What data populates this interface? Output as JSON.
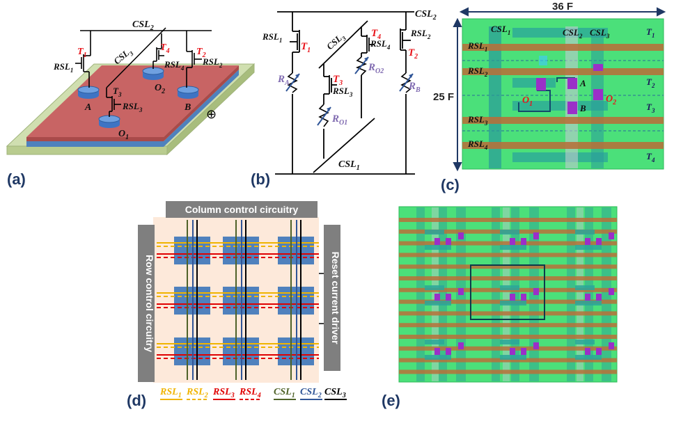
{
  "panels": {
    "a": {
      "label": "(a)"
    },
    "b": {
      "label": "(b)"
    },
    "c": {
      "label": "(c)"
    },
    "d": {
      "label": "(d)"
    },
    "e": {
      "label": "(e)"
    }
  },
  "a": {
    "csl2": "CSL",
    "csl2_sub": "2",
    "csl3": "CSL",
    "csl3_sub": "3",
    "t1": "T",
    "t1_sub": "1",
    "t2": "T",
    "t2_sub": "2",
    "t3": "T",
    "t3_sub": "3",
    "t4": "T",
    "t4_sub": "4",
    "rsl1": "RSL",
    "rsl1_sub": "1",
    "rsl2": "RSL",
    "rsl2_sub": "2",
    "rsl3": "RSL",
    "rsl3_sub": "3",
    "rsl4": "RSL",
    "rsl4_sub": "4",
    "node_a": "A",
    "node_b": "B",
    "o1": "O",
    "o1_sub": "1",
    "o2": "O",
    "o2_sub": "2",
    "oplus": "⊕"
  },
  "b": {
    "csl1": "CSL",
    "csl1_sub": "1",
    "csl2": "CSL",
    "csl2_sub": "2",
    "csl3": "CSL",
    "csl3_sub": "3",
    "t1": "T",
    "t1_sub": "1",
    "t2": "T",
    "t2_sub": "2",
    "t3": "T",
    "t3_sub": "3",
    "t4": "T",
    "t4_sub": "4",
    "rsl1": "RSL",
    "rsl1_sub": "1",
    "rsl2": "RSL",
    "rsl2_sub": "2",
    "rsl3": "RSL",
    "rsl3_sub": "3",
    "rsl4": "RSL",
    "rsl4_sub": "4",
    "ra": "R",
    "ra_sub": "A",
    "rb": "R",
    "rb_sub": "B",
    "ro1": "R",
    "ro1_sub": "O1",
    "ro2": "R",
    "ro2_sub": "O2"
  },
  "c": {
    "width": "36 F",
    "height": "25 F",
    "csl1": "CSL",
    "csl1_sub": "1",
    "csl2": "CSL",
    "csl2_sub": "2",
    "csl3": "CSL",
    "csl3_sub": "3",
    "rsl1": "RSL",
    "rsl1_sub": "1",
    "rsl2": "RSL",
    "rsl2_sub": "2",
    "rsl3": "RSL",
    "rsl3_sub": "3",
    "rsl4": "RSL",
    "rsl4_sub": "4",
    "t1": "T",
    "t1_sub": "1",
    "t2": "T",
    "t2_sub": "2",
    "t3": "T",
    "t3_sub": "3",
    "t4": "T",
    "t4_sub": "4",
    "node_a": "A",
    "node_b": "B",
    "o1": "O",
    "o1_sub": "1",
    "o2": "O",
    "o2_sub": "2"
  },
  "d": {
    "column_block": "Column control circuitry",
    "row_block": "Row control circuitry",
    "reset_block": "Reset current driver",
    "legend": [
      {
        "name": "RSL",
        "sub": "1",
        "color": "#f0b400",
        "dash": false
      },
      {
        "name": "RSL",
        "sub": "2",
        "color": "#f0b400",
        "dash": true
      },
      {
        "name": "RSL",
        "sub": "3",
        "color": "#e00000",
        "dash": false
      },
      {
        "name": "RSL",
        "sub": "4",
        "color": "#e00000",
        "dash": true
      },
      {
        "name": "CSL",
        "sub": "1",
        "color": "#4f6228",
        "dash": false
      },
      {
        "name": "CSL",
        "sub": "2",
        "color": "#2f5597",
        "dash": false
      },
      {
        "name": "CSL",
        "sub": "3",
        "color": "#000000",
        "dash": false
      }
    ]
  },
  "colors": {
    "label_blue": "#1f3864",
    "transistor_red": "#e8141b",
    "resistor_purple": "#7f6ab0",
    "substrate_red": "#c86464",
    "layout_green": "#4be07a",
    "rsl_bar": "#b8703a",
    "block_gray": "#7f7f7f"
  }
}
